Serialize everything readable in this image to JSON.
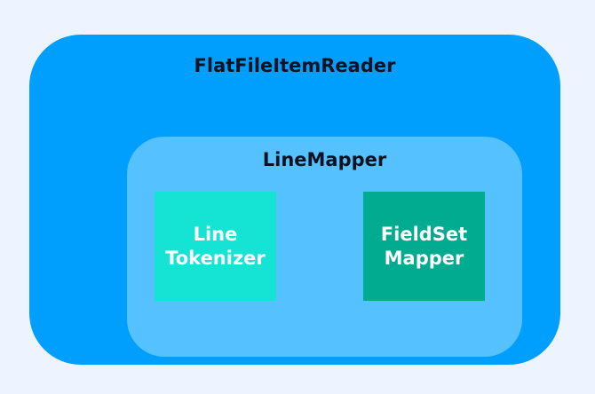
{
  "diagram": {
    "outer": {
      "title": "FlatFileItemReader",
      "color": "#009ffd"
    },
    "inner": {
      "title": "LineMapper",
      "color": "#56c1ff"
    },
    "components": [
      {
        "label": "Line\nTokenizer",
        "color": "#15e3d3"
      },
      {
        "label": "FieldSet\nMapper",
        "color": "#00ab8f"
      }
    ]
  }
}
